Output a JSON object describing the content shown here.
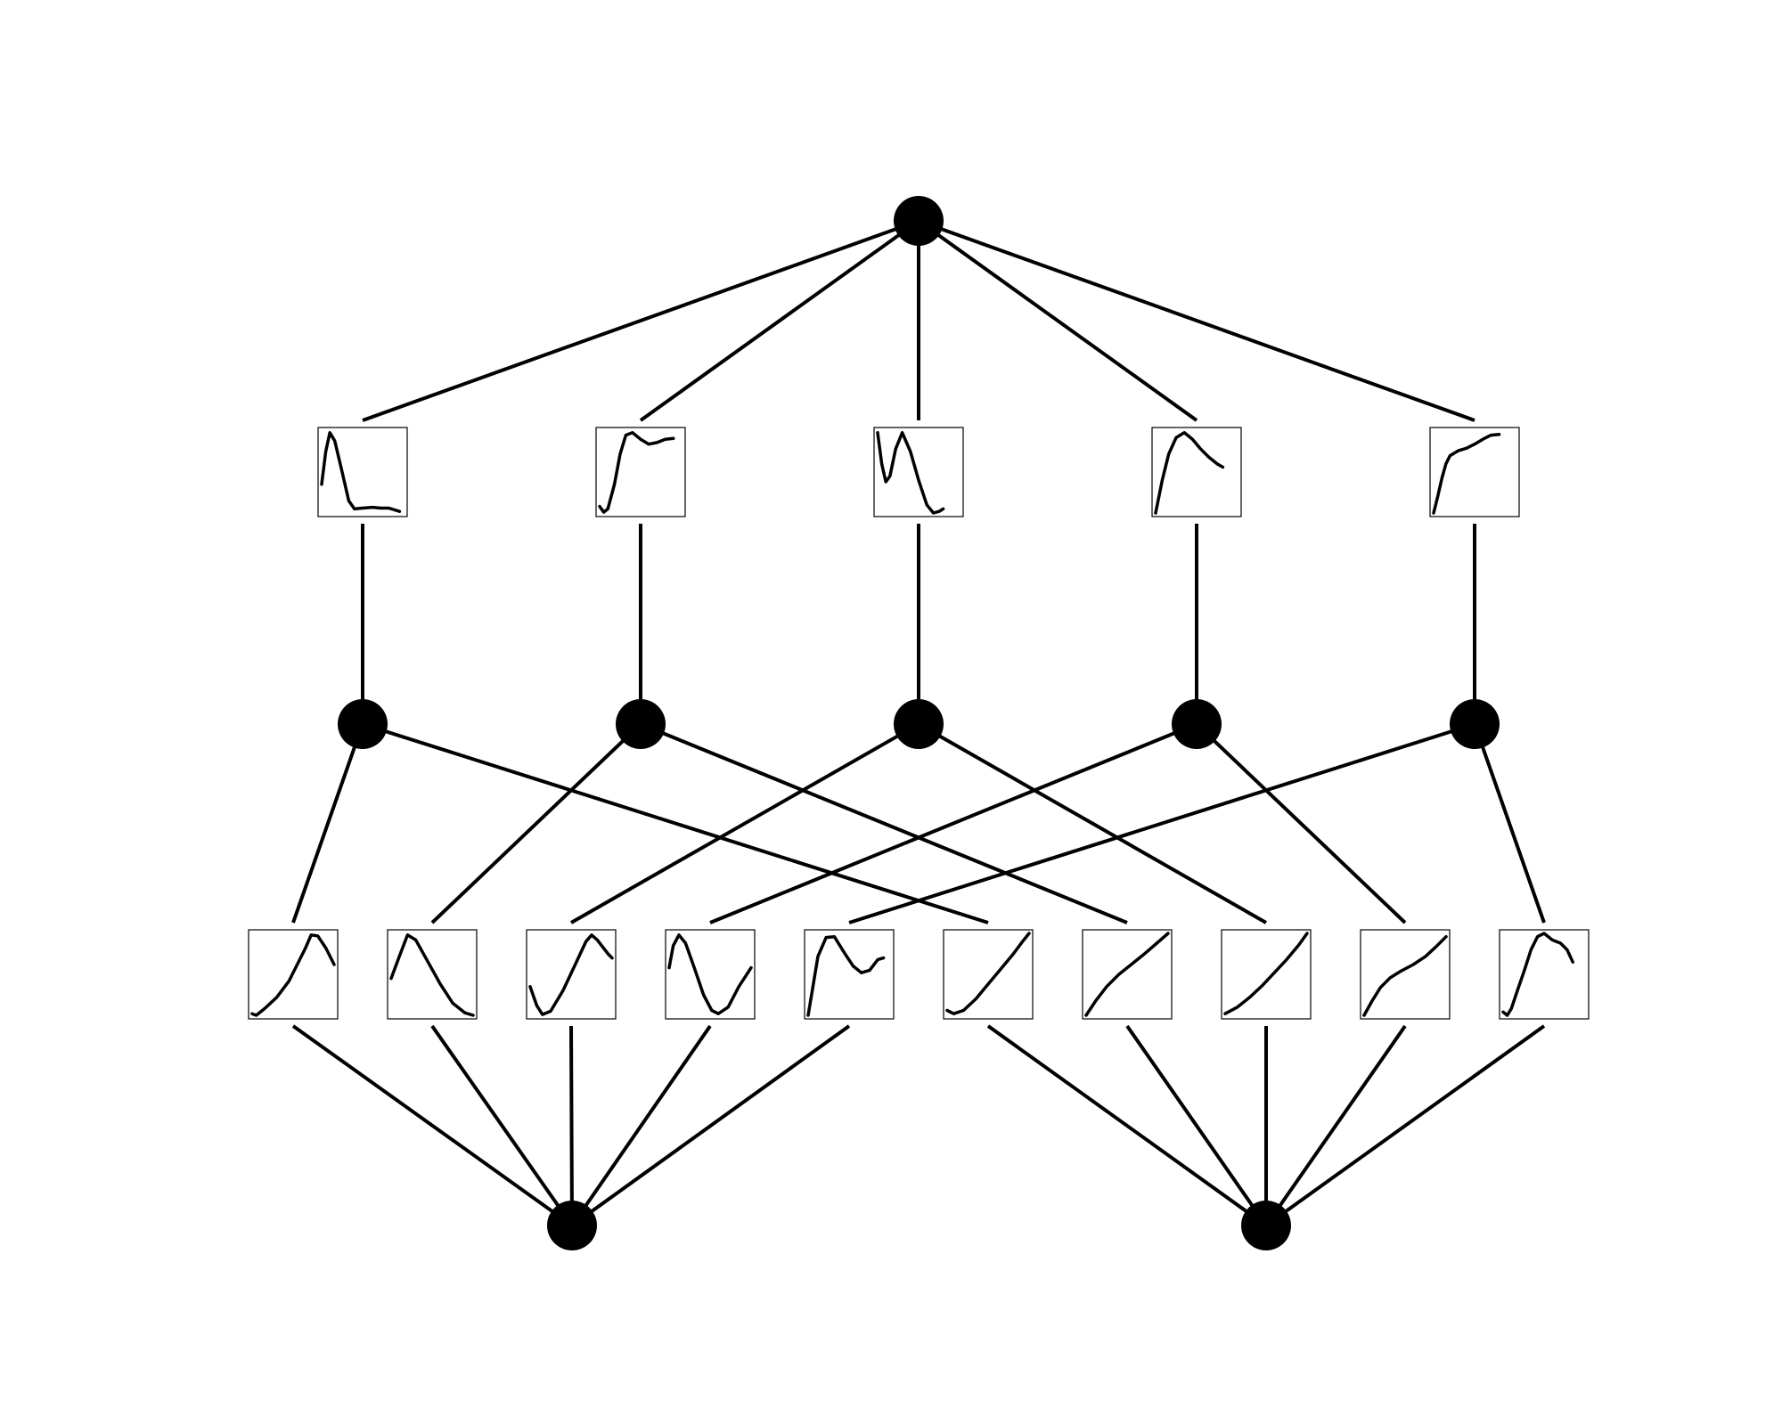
{
  "diagram": {
    "type": "kan-network",
    "layers": [
      {
        "name": "input",
        "nodes": 2
      },
      {
        "name": "hidden",
        "nodes": 5
      },
      {
        "name": "output",
        "nodes": 1
      }
    ],
    "edges_layer1": [
      {
        "from": 0,
        "to": 0,
        "curve": [
          [
            0,
            0.02
          ],
          [
            0.05,
            0.0
          ],
          [
            0.15,
            0.08
          ],
          [
            0.3,
            0.22
          ],
          [
            0.45,
            0.42
          ],
          [
            0.55,
            0.62
          ],
          [
            0.65,
            0.82
          ],
          [
            0.72,
            0.98
          ],
          [
            0.8,
            0.97
          ],
          [
            0.9,
            0.82
          ],
          [
            1,
            0.62
          ]
        ]
      },
      {
        "from": 0,
        "to": 1,
        "curve": [
          [
            0,
            0.45
          ],
          [
            0.1,
            0.72
          ],
          [
            0.2,
            0.98
          ],
          [
            0.3,
            0.92
          ],
          [
            0.45,
            0.65
          ],
          [
            0.6,
            0.38
          ],
          [
            0.75,
            0.15
          ],
          [
            0.9,
            0.03
          ],
          [
            1,
            0.0
          ]
        ]
      },
      {
        "from": 0,
        "to": 2,
        "curve": [
          [
            0,
            0.35
          ],
          [
            0.08,
            0.12
          ],
          [
            0.15,
            0.01
          ],
          [
            0.25,
            0.05
          ],
          [
            0.4,
            0.3
          ],
          [
            0.55,
            0.62
          ],
          [
            0.68,
            0.9
          ],
          [
            0.75,
            0.98
          ],
          [
            0.82,
            0.92
          ],
          [
            0.95,
            0.75
          ],
          [
            1,
            0.7
          ]
        ]
      },
      {
        "from": 0,
        "to": 3,
        "curve": [
          [
            0,
            0.58
          ],
          [
            0.05,
            0.85
          ],
          [
            0.12,
            0.98
          ],
          [
            0.2,
            0.88
          ],
          [
            0.3,
            0.6
          ],
          [
            0.42,
            0.25
          ],
          [
            0.52,
            0.06
          ],
          [
            0.6,
            0.02
          ],
          [
            0.72,
            0.1
          ],
          [
            0.85,
            0.35
          ],
          [
            1,
            0.58
          ]
        ]
      },
      {
        "from": 0,
        "to": 4,
        "curve": [
          [
            0,
            0.0
          ],
          [
            0.05,
            0.3
          ],
          [
            0.12,
            0.72
          ],
          [
            0.22,
            0.95
          ],
          [
            0.32,
            0.96
          ],
          [
            0.45,
            0.75
          ],
          [
            0.55,
            0.6
          ],
          [
            0.65,
            0.52
          ],
          [
            0.75,
            0.55
          ],
          [
            0.85,
            0.68
          ],
          [
            0.92,
            0.7
          ]
        ]
      },
      {
        "from": 1,
        "to": 0,
        "curve": [
          [
            0,
            0.06
          ],
          [
            0.08,
            0.02
          ],
          [
            0.2,
            0.06
          ],
          [
            0.35,
            0.2
          ],
          [
            0.5,
            0.38
          ],
          [
            0.65,
            0.56
          ],
          [
            0.8,
            0.74
          ],
          [
            0.92,
            0.9
          ],
          [
            1,
            1.0
          ]
        ]
      },
      {
        "from": 1,
        "to": 1,
        "curve": [
          [
            0,
            0.0
          ],
          [
            0.12,
            0.18
          ],
          [
            0.25,
            0.35
          ],
          [
            0.4,
            0.5
          ],
          [
            0.55,
            0.62
          ],
          [
            0.7,
            0.74
          ],
          [
            0.85,
            0.87
          ],
          [
            1,
            1.0
          ]
        ]
      },
      {
        "from": 1,
        "to": 2,
        "curve": [
          [
            0,
            0.02
          ],
          [
            0.15,
            0.1
          ],
          [
            0.3,
            0.22
          ],
          [
            0.45,
            0.36
          ],
          [
            0.6,
            0.52
          ],
          [
            0.75,
            0.68
          ],
          [
            0.9,
            0.86
          ],
          [
            1,
            1.0
          ]
        ]
      },
      {
        "from": 1,
        "to": 3,
        "curve": [
          [
            0,
            0.0
          ],
          [
            0.1,
            0.18
          ],
          [
            0.2,
            0.34
          ],
          [
            0.32,
            0.46
          ],
          [
            0.45,
            0.54
          ],
          [
            0.6,
            0.62
          ],
          [
            0.75,
            0.72
          ],
          [
            0.88,
            0.84
          ],
          [
            1,
            0.96
          ]
        ]
      },
      {
        "from": 1,
        "to": 4,
        "curve": [
          [
            0,
            0.04
          ],
          [
            0.05,
            0.0
          ],
          [
            0.1,
            0.08
          ],
          [
            0.18,
            0.32
          ],
          [
            0.26,
            0.55
          ],
          [
            0.34,
            0.8
          ],
          [
            0.42,
            0.96
          ],
          [
            0.5,
            1.0
          ],
          [
            0.6,
            0.92
          ],
          [
            0.7,
            0.88
          ],
          [
            0.78,
            0.8
          ],
          [
            0.85,
            0.65
          ]
        ]
      }
    ],
    "edges_layer2": [
      {
        "from": 0,
        "to": 0,
        "curve": [
          [
            0,
            0.35
          ],
          [
            0.05,
            0.75
          ],
          [
            0.1,
            0.98
          ],
          [
            0.16,
            0.88
          ],
          [
            0.25,
            0.5
          ],
          [
            0.33,
            0.15
          ],
          [
            0.4,
            0.05
          ],
          [
            0.5,
            0.06
          ],
          [
            0.62,
            0.07
          ],
          [
            0.72,
            0.06
          ],
          [
            0.82,
            0.06
          ],
          [
            0.95,
            0.02
          ]
        ]
      },
      {
        "from": 1,
        "to": 1,
        "curve": [
          [
            0,
            0.08
          ],
          [
            0.05,
            0.01
          ],
          [
            0.1,
            0.05
          ],
          [
            0.18,
            0.35
          ],
          [
            0.25,
            0.72
          ],
          [
            0.32,
            0.95
          ],
          [
            0.4,
            0.98
          ],
          [
            0.5,
            0.9
          ],
          [
            0.6,
            0.84
          ],
          [
            0.7,
            0.86
          ],
          [
            0.8,
            0.9
          ],
          [
            0.9,
            0.91
          ]
        ]
      },
      {
        "from": 2,
        "to": 2,
        "curve": [
          [
            0,
            0.98
          ],
          [
            0.05,
            0.6
          ],
          [
            0.1,
            0.38
          ],
          [
            0.15,
            0.45
          ],
          [
            0.22,
            0.78
          ],
          [
            0.3,
            0.98
          ],
          [
            0.4,
            0.75
          ],
          [
            0.5,
            0.4
          ],
          [
            0.6,
            0.1
          ],
          [
            0.68,
            0.0
          ],
          [
            0.75,
            0.02
          ],
          [
            0.8,
            0.05
          ]
        ]
      },
      {
        "from": 3,
        "to": 3,
        "curve": [
          [
            0,
            0.0
          ],
          [
            0.08,
            0.4
          ],
          [
            0.16,
            0.72
          ],
          [
            0.25,
            0.92
          ],
          [
            0.35,
            0.98
          ],
          [
            0.45,
            0.9
          ],
          [
            0.55,
            0.78
          ],
          [
            0.65,
            0.68
          ],
          [
            0.75,
            0.6
          ],
          [
            0.82,
            0.56
          ]
        ]
      },
      {
        "from": 4,
        "to": 4,
        "curve": [
          [
            0,
            0.0
          ],
          [
            0.05,
            0.2
          ],
          [
            0.1,
            0.42
          ],
          [
            0.15,
            0.6
          ],
          [
            0.2,
            0.7
          ],
          [
            0.3,
            0.76
          ],
          [
            0.4,
            0.79
          ],
          [
            0.5,
            0.84
          ],
          [
            0.6,
            0.9
          ],
          [
            0.7,
            0.95
          ],
          [
            0.8,
            0.96
          ]
        ]
      }
    ]
  }
}
